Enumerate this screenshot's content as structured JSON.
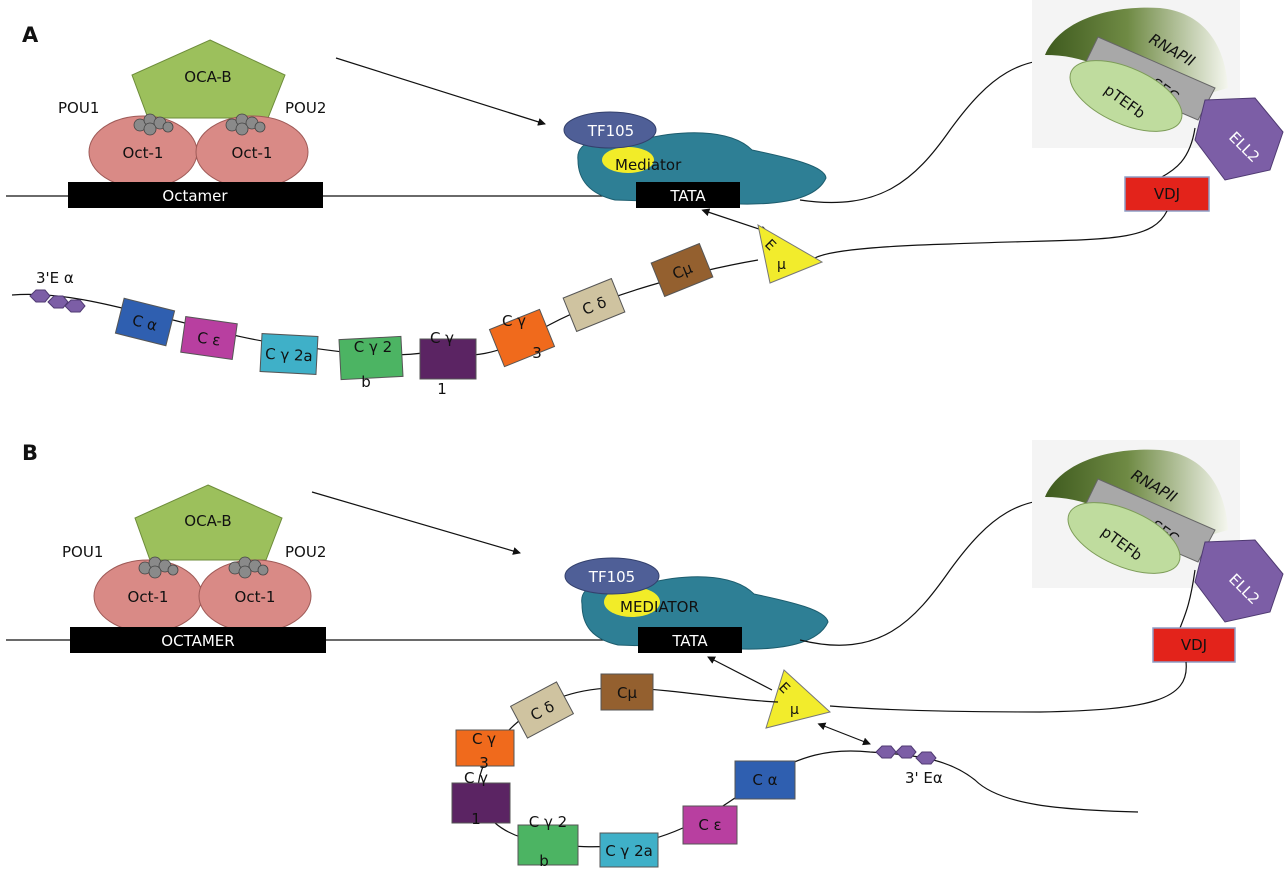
{
  "panels": [
    {
      "letter": "A",
      "oca": "OCA-B",
      "pou1": "POU1",
      "pou2": "POU2",
      "oct_left": "Oct-1",
      "oct_right": "Oct-1",
      "octamer": "Octamer",
      "tf105": "TF105",
      "mediator": "Mediator",
      "tata": "TATA",
      "rnapii": "RNAPII",
      "sec": "SEC",
      "ptefb": "pTEFb",
      "ell2": "ELL2",
      "vdj": "VDJ",
      "e_mu_top": "E",
      "e_mu_bottom": "μ",
      "enhancer_3": "3'E α",
      "c_mu": "Cμ",
      "c_delta": "C δ",
      "c_gamma3_top": "C γ",
      "c_gamma3_bottom": "3",
      "c_gamma1_top": "C γ",
      "c_gamma1_bottom": "1",
      "c_gamma2b_top": "C γ 2",
      "c_gamma2b_bottom": "b",
      "c_gamma2a": "C γ 2a",
      "c_epsilon": "C ε",
      "c_alpha": "C α"
    },
    {
      "letter": "B",
      "oca": "OCA-B",
      "pou1": "POU1",
      "pou2": "POU2",
      "oct_left": "Oct-1",
      "oct_right": "Oct-1",
      "octamer": "OCTAMER",
      "tf105": "TF105",
      "mediator": "MEDIATOR",
      "tata": "TATA",
      "rnapii": "RNAPII",
      "sec": "SEC",
      "ptefb": "pTEFb",
      "ell2": "ELL2",
      "vdj": "VDJ",
      "e_mu_top": "E",
      "e_mu_bottom": "μ",
      "enhancer_3": "3' Eα",
      "c_mu": "Cμ",
      "c_delta": "C δ",
      "c_gamma3_top": "C γ",
      "c_gamma3_bottom": "3",
      "c_gamma1_top": "C γ",
      "c_gamma1_bottom": "1",
      "c_gamma2b_top": "C γ 2",
      "c_gamma2b_bottom": "b",
      "c_gamma2a": "C γ 2a",
      "c_epsilon": "C ε",
      "c_alpha": "C α"
    }
  ],
  "colors": {
    "oca_b": "#9cc05c",
    "oct1": "#d98a86",
    "octamer_bar": "#000000",
    "tf105": "#4f5f97",
    "mediator": "#2e7f95",
    "mediator_highlight": "#f2ec28",
    "rnapii": "#4d6a2a",
    "sec": "#a8a8a8",
    "ptefb": "#bfdc9e",
    "ell2": "#7c5ea6",
    "vdj": "#e3231b",
    "e_mu": "#f2ec2c",
    "enhancer_hex": "#7c5ea6",
    "c_mu": "#94602f",
    "c_delta": "#cfc3a0",
    "c_gamma3": "#f06a1c",
    "c_gamma1": "#5b2463",
    "c_gamma2b": "#4cb463",
    "c_gamma2a": "#3fb0c8",
    "c_epsilon": "#b83fa0",
    "c_alpha": "#2f5fb0"
  }
}
